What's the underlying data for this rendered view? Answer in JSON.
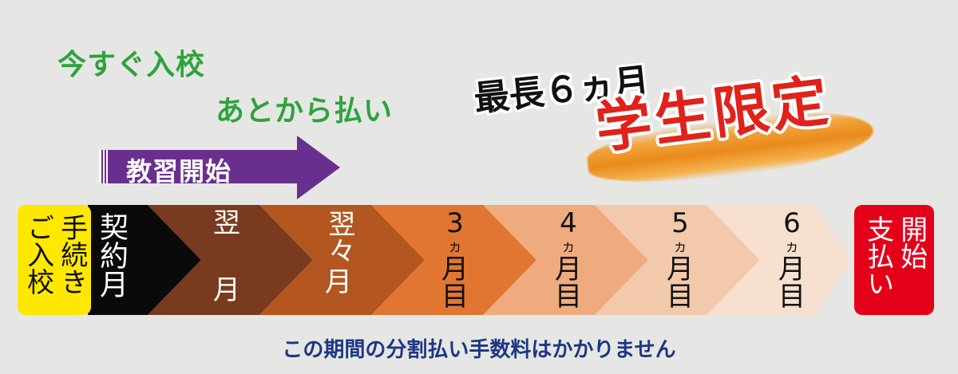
{
  "headline": {
    "tagline1": "今すぐ入校",
    "tagline2": "あとから払い",
    "max_period": "最長６ヵ月",
    "student_only": "学生限定"
  },
  "start_arrow": {
    "label": "教習開始"
  },
  "timeline": {
    "procedure": {
      "col1": "手続き",
      "col2": "ご入校"
    },
    "contract_month": "契約月",
    "next_month": {
      "top": "翌",
      "bottom": "月"
    },
    "month_after_next": {
      "top": "翌々",
      "bottom": "月"
    },
    "months": [
      {
        "num": "3",
        "ka": "ヵ",
        "getsu": "月",
        "me": "目"
      },
      {
        "num": "4",
        "ka": "ヵ",
        "getsu": "月",
        "me": "目"
      },
      {
        "num": "5",
        "ka": "ヵ",
        "getsu": "月",
        "me": "目"
      },
      {
        "num": "6",
        "ka": "ヵ",
        "getsu": "月",
        "me": "目"
      }
    ],
    "payment_start": {
      "col1": "開始",
      "col2": "支払い"
    }
  },
  "footer_note": "この期間の分割払い手数料はかかりません",
  "colors": {
    "background": "#e6e7e5",
    "green": "#2ea33c",
    "purple": "#6a2f8e",
    "yellow": "#ffe800",
    "red": "#e5001a",
    "navy": "#1d3784",
    "segments": [
      "#0a0a0a",
      "#7a3a1f",
      "#b4561f",
      "#e17632",
      "#efab7e",
      "#f3c9ab",
      "#f7e0cf"
    ]
  }
}
